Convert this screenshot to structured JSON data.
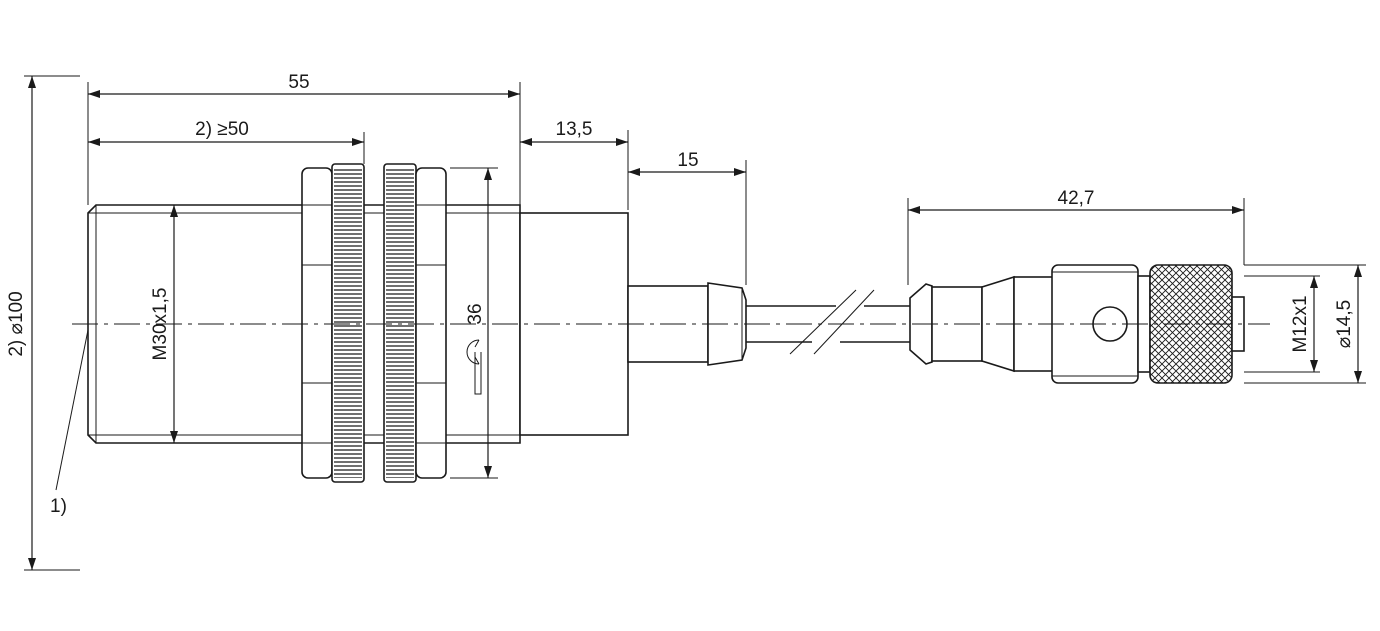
{
  "labels": {
    "len_55": "55",
    "len_50": "2) ≥50",
    "len_13_5": "13,5",
    "len_15": "15",
    "len_42_7": "42,7",
    "dia_100": "2) ⌀100",
    "thread_m30": "M30x1,5",
    "wrench_36": "36",
    "thread_m12": "M12x1",
    "dia_14_5": "⌀14,5",
    "note_1": "1)"
  },
  "colors": {
    "line": "#1a1a1a",
    "background": "#ffffff"
  }
}
